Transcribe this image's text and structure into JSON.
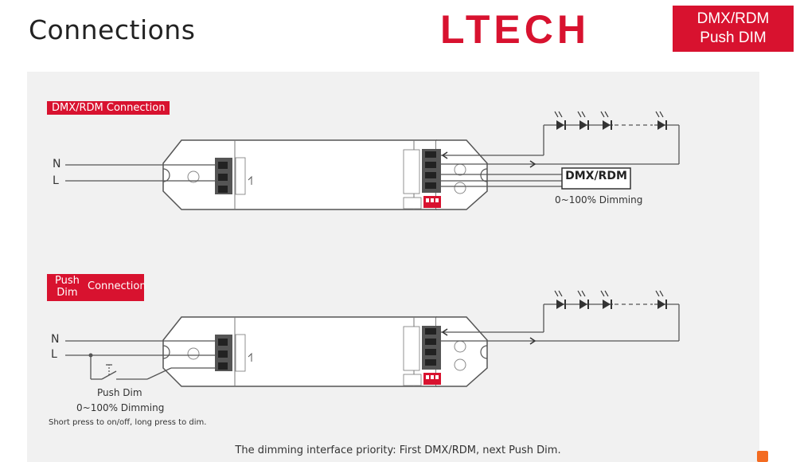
{
  "header": {
    "title": "Connections",
    "brand": "LTECH",
    "mode_line1": "DMX/RDM",
    "mode_line2": "Push DIM"
  },
  "dmx_section": {
    "tag": "DMX/RDM Connection",
    "input_n": "N",
    "input_l": "L",
    "signal_box": "DMX/RDM",
    "dimming": "0~100% Dimming"
  },
  "push_section": {
    "tag_line1": "Push",
    "tag_line2": "Dim",
    "tag_word": "Connection",
    "input_n": "N",
    "input_l": "L",
    "switch_label": "Push Dim",
    "dimming": "0~100% Dimming",
    "hint": "Short press to on/off, long press to dim."
  },
  "footer": {
    "priority": "The dimming interface priority: First DMX/RDM, next Push Dim."
  },
  "colors": {
    "brand_red": "#d8122f",
    "panel_gray": "#f1f1f1",
    "wire": "#555555"
  }
}
